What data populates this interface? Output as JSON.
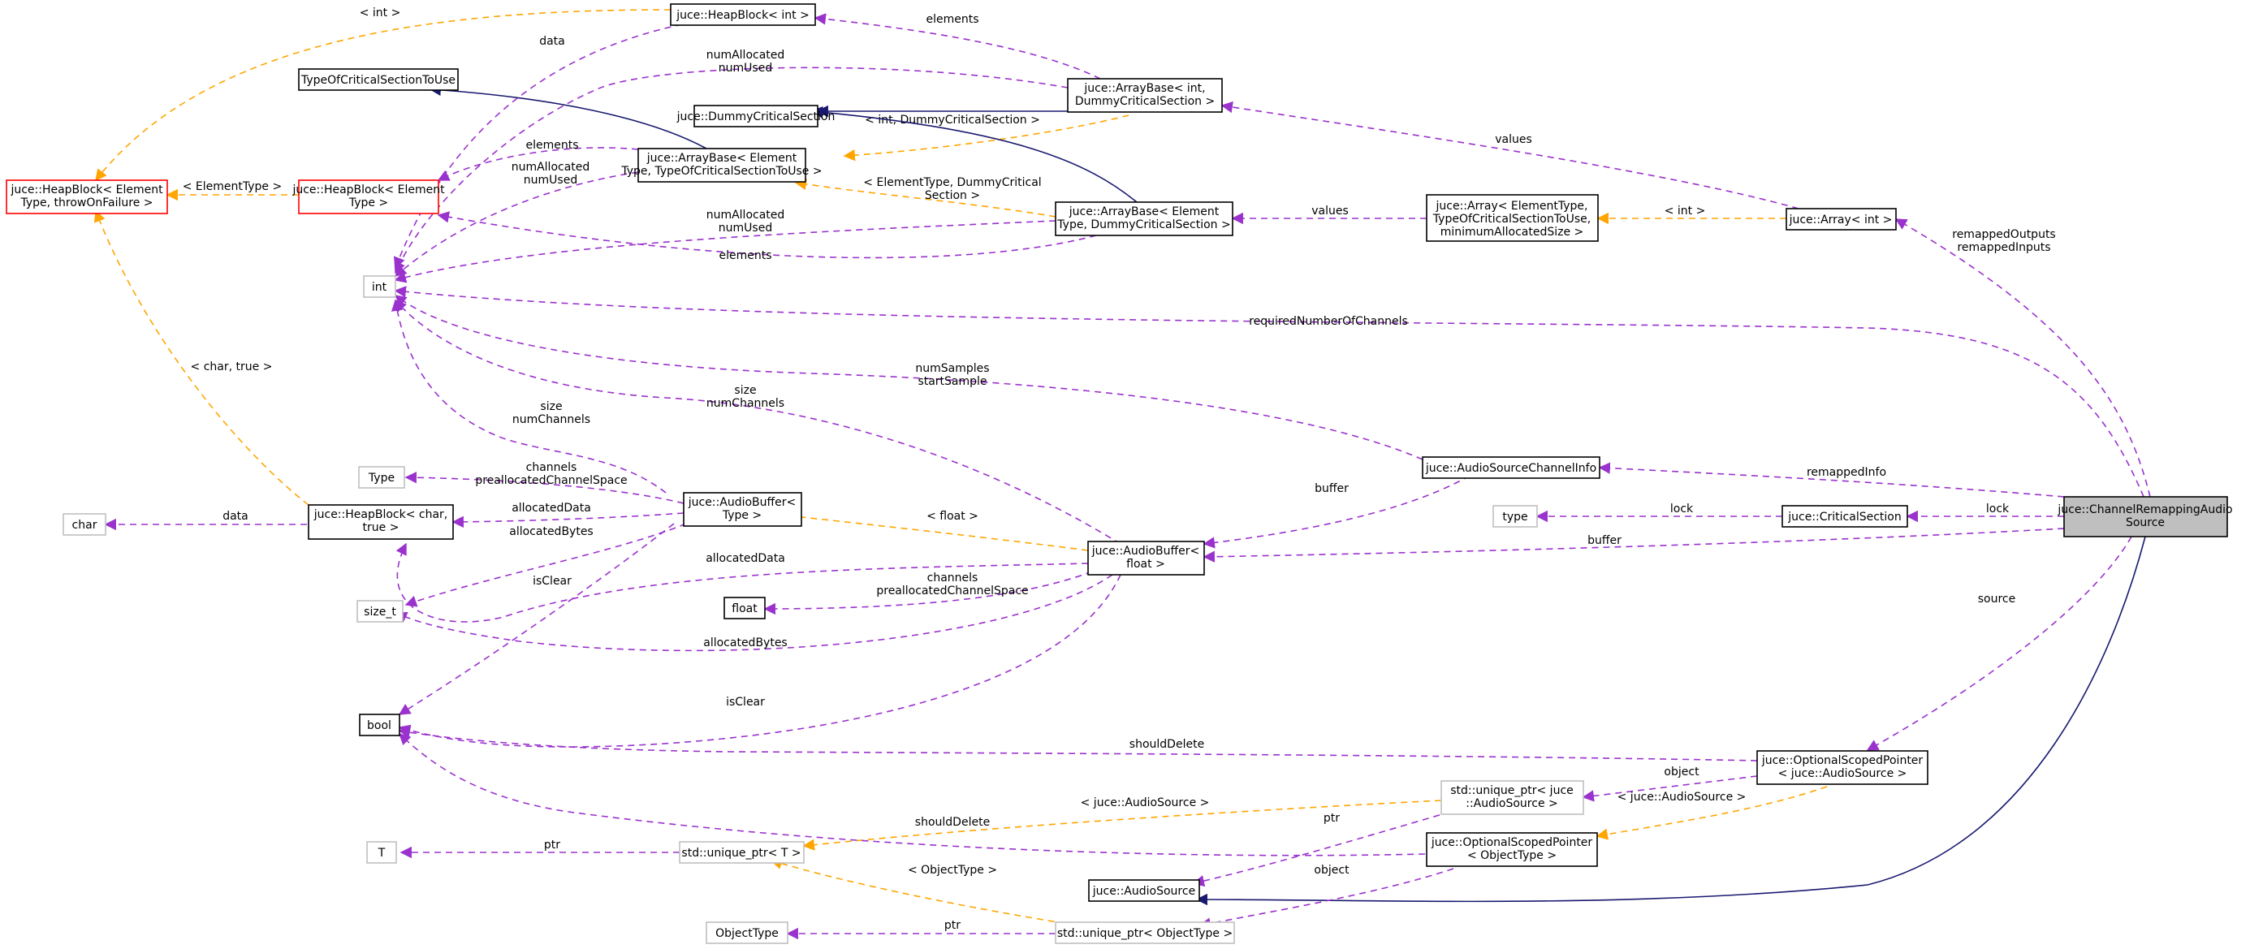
{
  "nodes": [
    {
      "id": "focus",
      "lines": [
        "juce::ChannelRemappingAudio",
        "Source"
      ],
      "style": "focus"
    },
    {
      "id": "array_int",
      "lines": [
        "juce::Array< int >"
      ],
      "style": "black"
    },
    {
      "id": "array_generic",
      "lines": [
        "juce::Array< ElementType,",
        "TypeOfCriticalSectionToUse,",
        "minimumAllocatedSize >"
      ],
      "style": "black"
    },
    {
      "id": "arraybase_int",
      "lines": [
        "juce::ArrayBase< int,",
        "DummyCriticalSection >"
      ],
      "style": "black"
    },
    {
      "id": "arraybase_elem_dummy",
      "lines": [
        "juce::ArrayBase< Element",
        "Type, DummyCriticalSection >"
      ],
      "style": "black"
    },
    {
      "id": "arraybase_generic",
      "lines": [
        "juce::ArrayBase< Element",
        "Type, TypeOfCriticalSectionToUse >"
      ],
      "style": "black"
    },
    {
      "id": "dummycs",
      "lines": [
        "juce::DummyCriticalSection"
      ],
      "style": "black"
    },
    {
      "id": "typeofcs",
      "lines": [
        "TypeOfCriticalSectionToUse"
      ],
      "style": "black"
    },
    {
      "id": "heapblock_int",
      "lines": [
        "juce::HeapBlock< int >"
      ],
      "style": "black"
    },
    {
      "id": "heapblock_generic",
      "lines": [
        "juce::HeapBlock< Element",
        "Type, throwOnFailure >"
      ],
      "style": "red"
    },
    {
      "id": "heapblock_elem",
      "lines": [
        "juce::HeapBlock< Element",
        "Type >"
      ],
      "style": "red"
    },
    {
      "id": "int",
      "lines": [
        "int"
      ],
      "style": "grey"
    },
    {
      "id": "type",
      "lines": [
        "Type"
      ],
      "style": "grey"
    },
    {
      "id": "char",
      "lines": [
        "char"
      ],
      "style": "grey"
    },
    {
      "id": "heapblock_char",
      "lines": [
        "juce::HeapBlock< char,",
        "true >"
      ],
      "style": "black"
    },
    {
      "id": "audiobuffer_type",
      "lines": [
        "juce::AudioBuffer<",
        "Type >"
      ],
      "style": "black"
    },
    {
      "id": "size_t",
      "lines": [
        "size_t"
      ],
      "style": "grey"
    },
    {
      "id": "float",
      "lines": [
        "float"
      ],
      "style": "black"
    },
    {
      "id": "audiobuffer_float",
      "lines": [
        "juce::AudioBuffer<",
        "float >"
      ],
      "style": "black"
    },
    {
      "id": "bool",
      "lines": [
        "bool"
      ],
      "style": "black"
    },
    {
      "id": "channelinfo",
      "lines": [
        "juce::AudioSourceChannelInfo"
      ],
      "style": "black"
    },
    {
      "id": "type_lc",
      "lines": [
        "type"
      ],
      "style": "grey"
    },
    {
      "id": "criticalsection",
      "lines": [
        "juce::CriticalSection"
      ],
      "style": "black"
    },
    {
      "id": "optscoped_audiosource",
      "lines": [
        "juce::OptionalScopedPointer",
        "< juce::AudioSource >"
      ],
      "style": "black"
    },
    {
      "id": "uniqueptr_audiosource",
      "lines": [
        "std::unique_ptr< juce",
        "::AudioSource >"
      ],
      "style": "grey"
    },
    {
      "id": "optscoped_generic",
      "lines": [
        "juce::OptionalScopedPointer",
        "< ObjectType >"
      ],
      "style": "black"
    },
    {
      "id": "T",
      "lines": [
        "T"
      ],
      "style": "grey"
    },
    {
      "id": "uniqueptr_T",
      "lines": [
        "std::unique_ptr< T >"
      ],
      "style": "grey"
    },
    {
      "id": "audiosource",
      "lines": [
        "juce::AudioSource"
      ],
      "style": "black"
    },
    {
      "id": "objecttype",
      "lines": [
        "ObjectType"
      ],
      "style": "grey"
    },
    {
      "id": "uniqueptr_objecttype",
      "lines": [
        "std::unique_ptr< ObjectType >"
      ],
      "style": "grey"
    }
  ],
  "edges": [
    {
      "id": "e_focus_array",
      "kind": "member",
      "labels": [
        "remappedOutputs",
        "remappedInputs"
      ]
    },
    {
      "id": "e_array_arraybase",
      "kind": "member",
      "labels": [
        "values"
      ]
    },
    {
      "id": "e_arrayint_arraygeneric",
      "kind": "template",
      "labels": [
        "< int >"
      ]
    },
    {
      "id": "e_arraygeneric_arraybase",
      "kind": "member",
      "labels": [
        "values"
      ]
    },
    {
      "id": "e_arraybaseint_heapblock",
      "kind": "member",
      "labels": [
        "elements"
      ]
    },
    {
      "id": "e_arraybaseint_int",
      "kind": "member",
      "labels": [
        "numAllocated",
        "numUsed"
      ]
    },
    {
      "id": "e_arraybaseint_dummycs",
      "kind": "inherit",
      "labels": []
    },
    {
      "id": "e_arraybaseint_generic",
      "kind": "template",
      "labels": [
        "< int, DummyCriticalSection >"
      ]
    },
    {
      "id": "e_elemdummy_generic",
      "kind": "template",
      "labels": [
        "< ElementType, DummyCritical",
        "Section >"
      ]
    },
    {
      "id": "e_elemdummy_dummycs",
      "kind": "inherit",
      "labels": []
    },
    {
      "id": "e_elemdummy_int",
      "kind": "member",
      "labels": [
        "numAllocated",
        "numUsed"
      ]
    },
    {
      "id": "e_elemdummy_heapelem",
      "kind": "member",
      "labels": [
        "elements"
      ]
    },
    {
      "id": "e_generic_typeofcs",
      "kind": "inherit",
      "labels": []
    },
    {
      "id": "e_generic_int",
      "kind": "member",
      "labels": [
        "numAllocated",
        "numUsed"
      ]
    },
    {
      "id": "e_generic_heapelem",
      "kind": "member",
      "labels": [
        "elements"
      ]
    },
    {
      "id": "e_heapelem_heapgeneric",
      "kind": "template",
      "labels": [
        "< ElementType >"
      ]
    },
    {
      "id": "e_heapint_heapgeneric",
      "kind": "template",
      "labels": [
        "< int >"
      ]
    },
    {
      "id": "e_heapint_int",
      "kind": "member",
      "labels": [
        "data"
      ]
    },
    {
      "id": "e_heapchar_heapgeneric",
      "kind": "template",
      "labels": [
        "< char, true >"
      ]
    },
    {
      "id": "e_heapchar_char",
      "kind": "member",
      "labels": [
        "data"
      ]
    },
    {
      "id": "e_focus_int",
      "kind": "member",
      "labels": [
        "requiredNumberOfChannels"
      ]
    },
    {
      "id": "e_channelinfo_int",
      "kind": "member",
      "labels": [
        "numSamples",
        "startSample"
      ]
    },
    {
      "id": "e_focus_channelinfo",
      "kind": "member",
      "labels": [
        "remappedInfo"
      ]
    },
    {
      "id": "e_channelinfo_buffer",
      "kind": "member",
      "labels": [
        "buffer"
      ]
    },
    {
      "id": "e_focus_cs",
      "kind": "member",
      "labels": [
        "lock"
      ]
    },
    {
      "id": "e_cs_type",
      "kind": "member",
      "labels": [
        "lock"
      ]
    },
    {
      "id": "e_focus_buffer",
      "kind": "member",
      "labels": [
        "buffer"
      ]
    },
    {
      "id": "e_abtype_int",
      "kind": "member",
      "labels": [
        "size",
        "numChannels"
      ]
    },
    {
      "id": "e_abtype_type",
      "kind": "member",
      "labels": [
        "channels",
        "preallocatedChannelSpace"
      ]
    },
    {
      "id": "e_abtype_heapchar",
      "kind": "member",
      "labels": [
        "allocatedData"
      ]
    },
    {
      "id": "e_abtype_sizet",
      "kind": "member",
      "labels": [
        "allocatedBytes"
      ]
    },
    {
      "id": "e_abtype_bool",
      "kind": "member",
      "labels": [
        "isClear"
      ]
    },
    {
      "id": "e_abfloat_abtype",
      "kind": "template",
      "labels": [
        "< float >"
      ]
    },
    {
      "id": "e_abfloat_int",
      "kind": "member",
      "labels": [
        "size",
        "numChannels"
      ]
    },
    {
      "id": "e_abfloat_heapchar",
      "kind": "member",
      "labels": [
        "allocatedData"
      ]
    },
    {
      "id": "e_abfloat_float",
      "kind": "member",
      "labels": [
        "channels",
        "preallocatedChannelSpace"
      ]
    },
    {
      "id": "e_abfloat_sizet",
      "kind": "member",
      "labels": [
        "allocatedBytes"
      ]
    },
    {
      "id": "e_abfloat_bool",
      "kind": "member",
      "labels": [
        "isClear"
      ]
    },
    {
      "id": "e_focus_optscoped",
      "kind": "member",
      "labels": [
        "source"
      ]
    },
    {
      "id": "e_focus_audiosource",
      "kind": "inherit",
      "labels": []
    },
    {
      "id": "e_optscoped_bool",
      "kind": "member",
      "labels": [
        "shouldDelete"
      ]
    },
    {
      "id": "e_optscoped_uniqueas",
      "kind": "member",
      "labels": [
        "object"
      ]
    },
    {
      "id": "e_optscoped_optgeneric",
      "kind": "template",
      "labels": [
        "< juce::AudioSource >"
      ]
    },
    {
      "id": "e_uniqueas_uniqueT",
      "kind": "template",
      "labels": [
        "< juce::AudioSource >"
      ]
    },
    {
      "id": "e_uniqueas_audiosource",
      "kind": "member",
      "labels": [
        "ptr"
      ]
    },
    {
      "id": "e_optgeneric_bool",
      "kind": "member",
      "labels": [
        "shouldDelete"
      ]
    },
    {
      "id": "e_optgeneric_uniqueobj",
      "kind": "member",
      "labels": [
        "object"
      ]
    },
    {
      "id": "e_uniqueT_T",
      "kind": "member",
      "labels": [
        "ptr"
      ]
    },
    {
      "id": "e_uniqueobj_uniqueT",
      "kind": "template",
      "labels": [
        "< ObjectType >"
      ]
    },
    {
      "id": "e_uniqueobj_objecttype",
      "kind": "member",
      "labels": [
        "ptr"
      ]
    }
  ]
}
